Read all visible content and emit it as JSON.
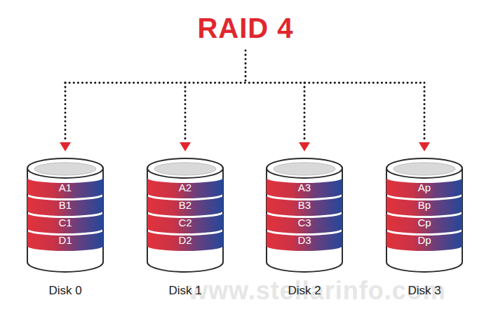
{
  "diagram": {
    "title": "RAID 4",
    "nodes": [
      {
        "text": [
          "Disk 0"
        ]
      },
      {
        "text": [
          "A1"
        ],
        "in": 0
      },
      {
        "text": [
          "B1"
        ],
        "in": 0
      },
      {
        "text": [
          "C1"
        ],
        "in": 0
      },
      {
        "text": [
          "D1"
        ],
        "in": 0
      },
      {
        "text": [
          "Disk 1"
        ]
      },
      {
        "text": [
          "A2"
        ],
        "in": 5
      },
      {
        "text": [
          "B2"
        ],
        "in": 5
      },
      {
        "text": [
          "C2"
        ],
        "in": 5
      },
      {
        "text": [
          "D2"
        ],
        "in": 5
      },
      {
        "text": [
          "Disk 2"
        ]
      },
      {
        "text": [
          "A3"
        ],
        "in": 10
      },
      {
        "text": [
          "B3"
        ],
        "in": 10
      },
      {
        "text": [
          "C3"
        ],
        "in": 10
      },
      {
        "text": [
          "D3"
        ],
        "in": 10
      },
      {
        "text": [
          "Disk 3"
        ]
      },
      {
        "text": [
          "Ap"
        ],
        "in": 15
      },
      {
        "text": [
          "Bp"
        ],
        "in": 15
      },
      {
        "text": [
          "Cp"
        ],
        "in": 15
      },
      {
        "text": [
          "Dp"
        ],
        "in": 15
      }
    ],
    "labels": [
      "www.stellarinfo.com"
    ]
  }
}
